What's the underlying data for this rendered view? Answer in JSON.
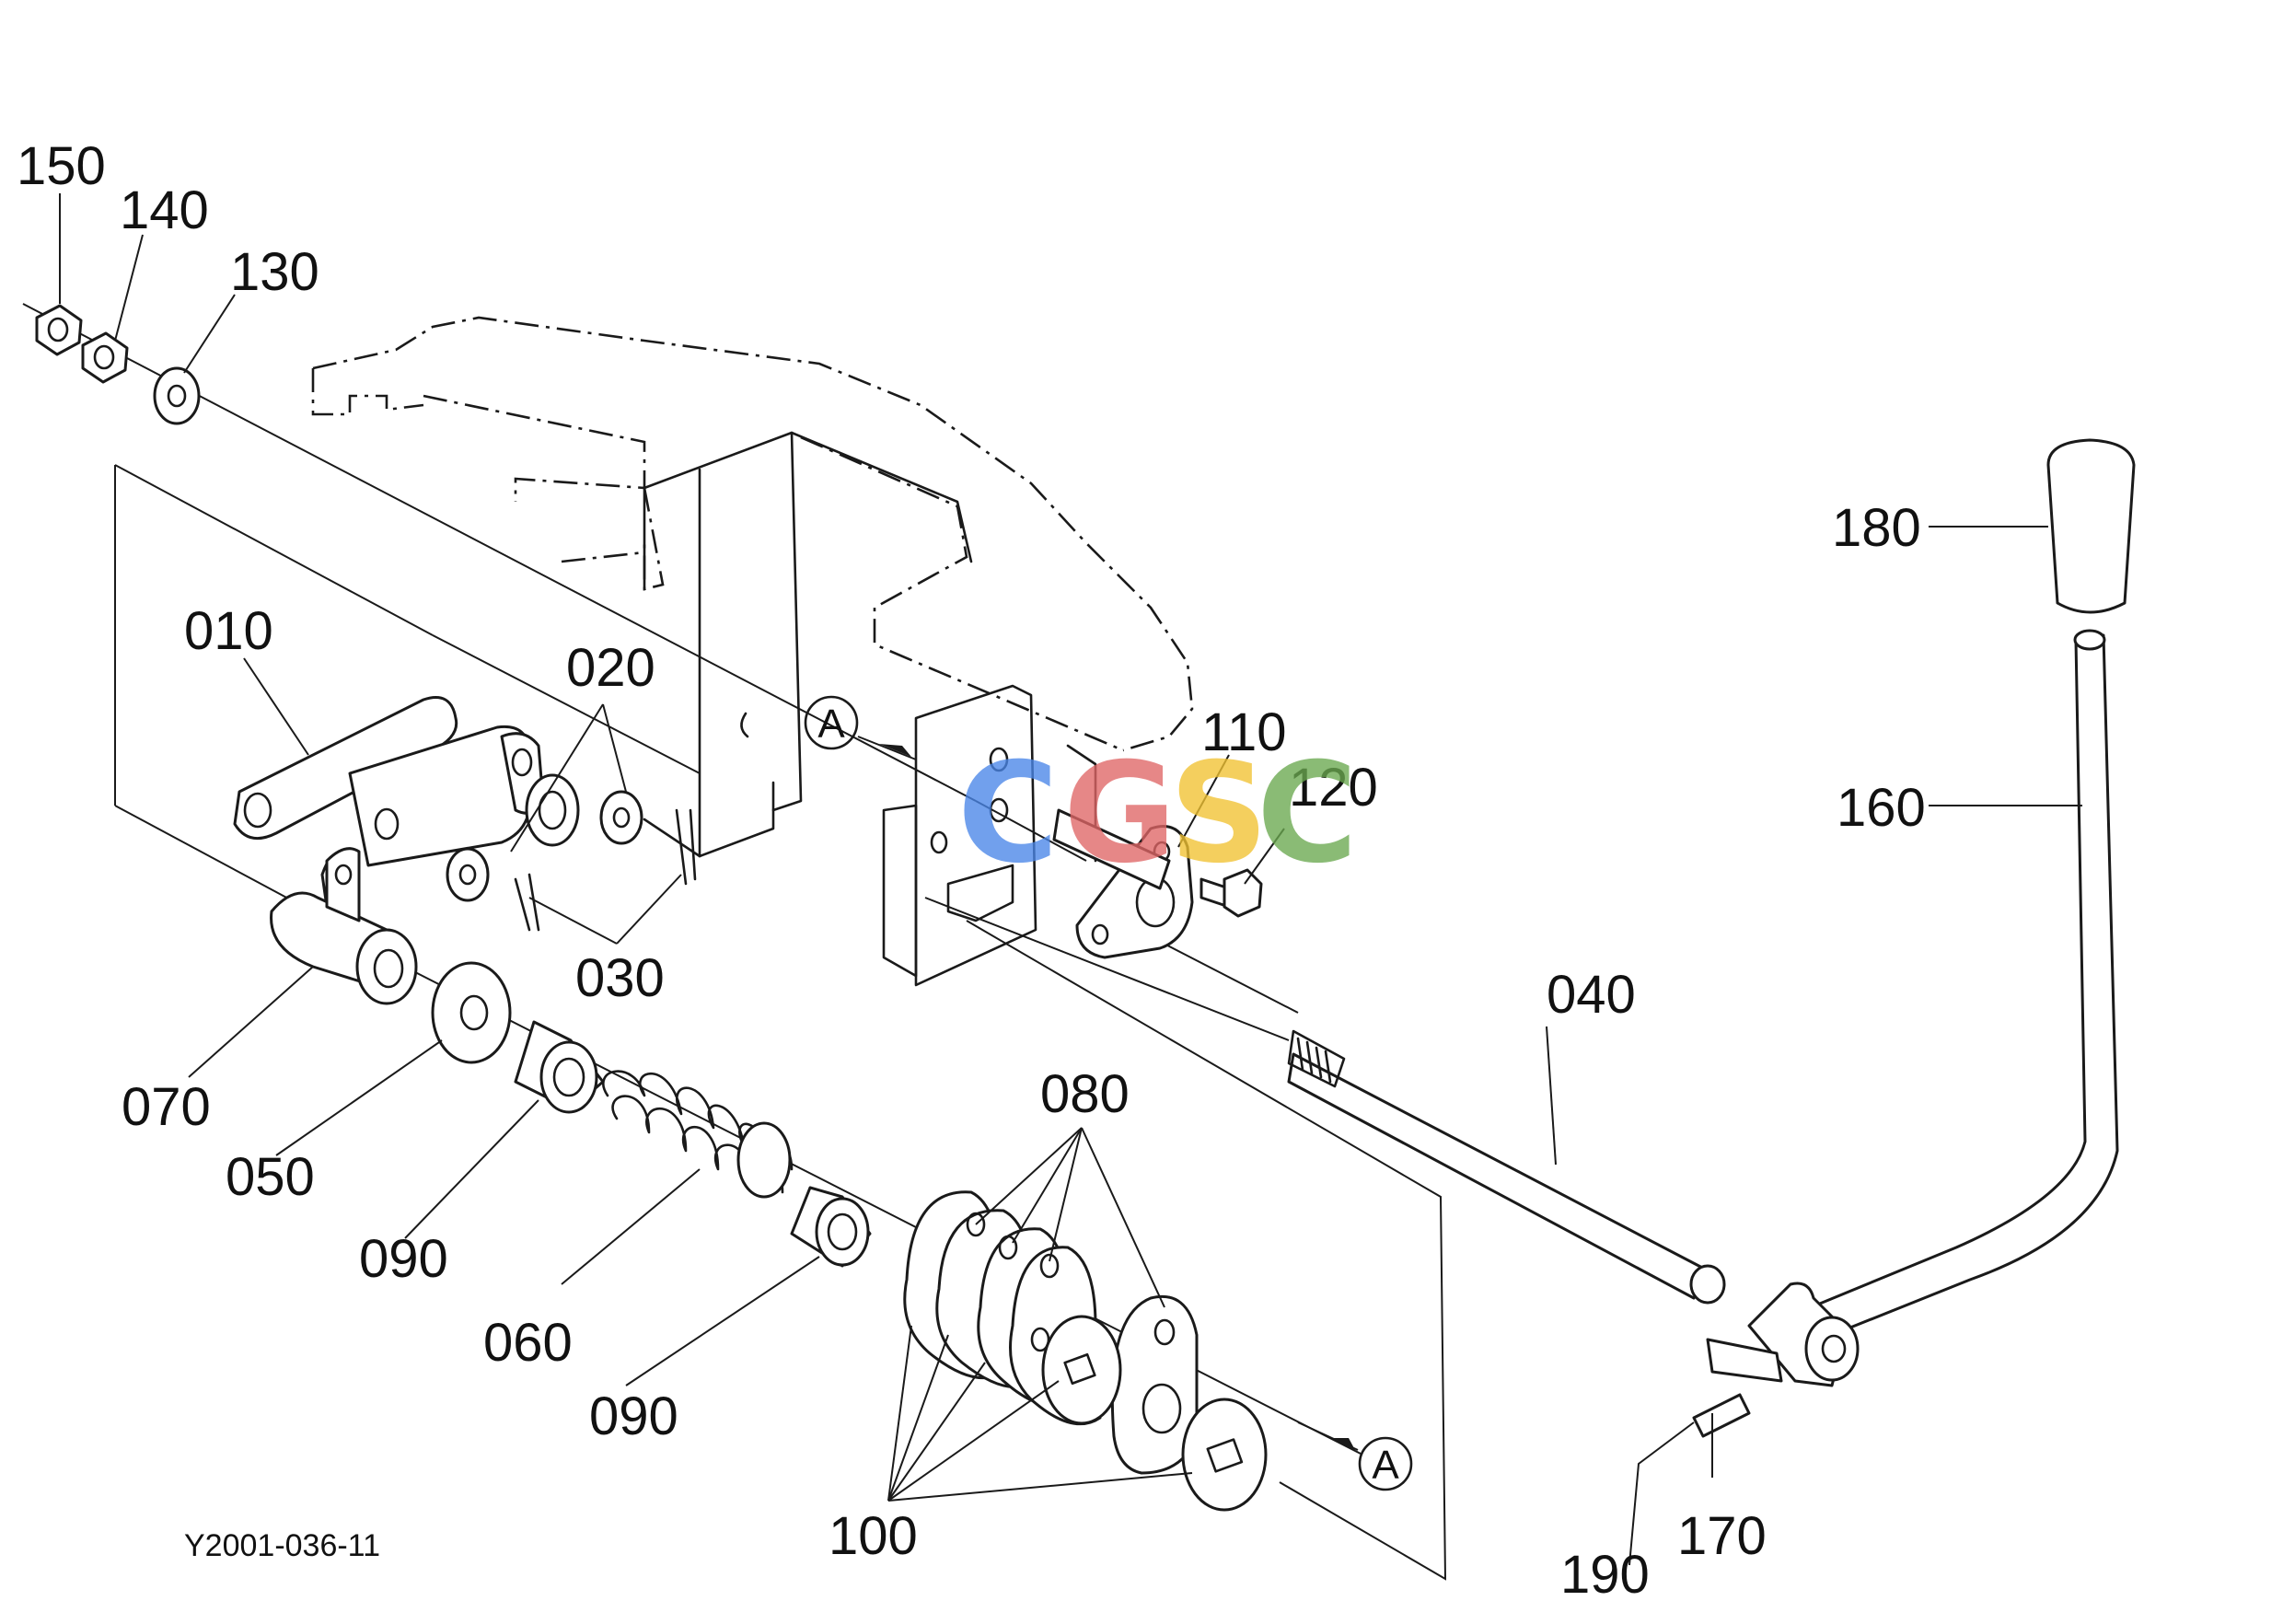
{
  "diagram": {
    "code": "Y2001-036-11",
    "section_marker": "A",
    "watermark": {
      "letters": [
        "C",
        "G",
        "S",
        "C"
      ],
      "colors": [
        "#4a86e8",
        "#e06666",
        "#f1c232",
        "#6aa84f"
      ]
    },
    "callouts": {
      "p010": "010",
      "p020": "020",
      "p030": "030",
      "p040": "040",
      "p050": "050",
      "p060": "060",
      "p070": "070",
      "p080": "080",
      "p090a": "090",
      "p090b": "090",
      "p100": "100",
      "p110": "110",
      "p120": "120",
      "p130": "130",
      "p140": "140",
      "p150": "150",
      "p160": "160",
      "p170": "170",
      "p180": "180",
      "p190": "190"
    }
  }
}
